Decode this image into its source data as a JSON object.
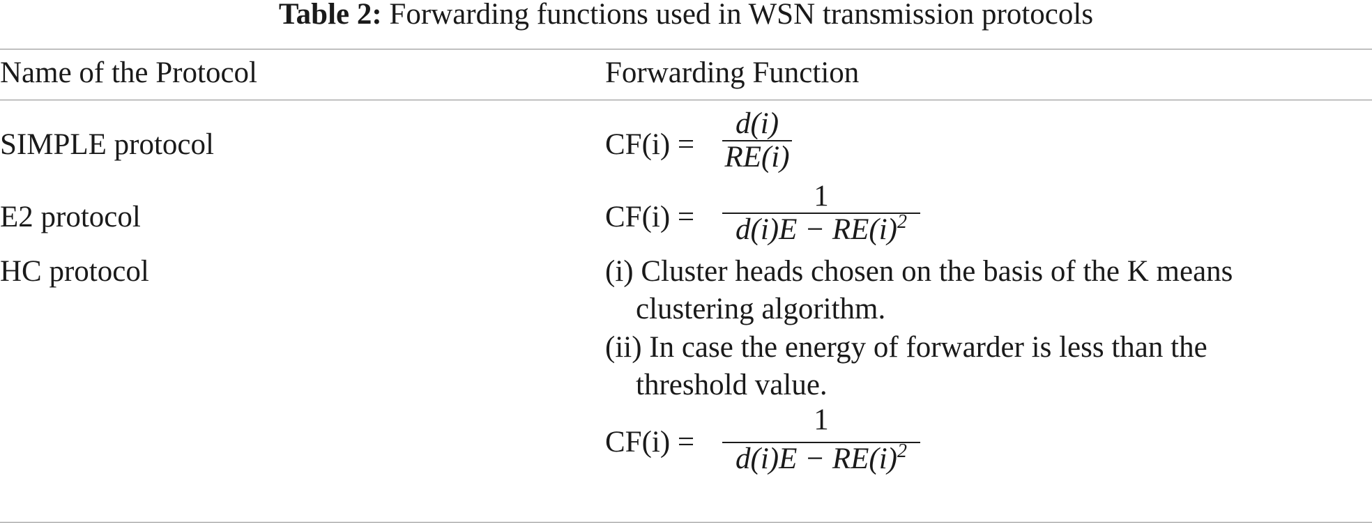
{
  "caption": {
    "label": "Table 2:",
    "text": "Forwarding functions used in WSN transmission protocols"
  },
  "table": {
    "headers": [
      "Name of the Protocol",
      "Forwarding Function"
    ],
    "rows": [
      {
        "protocol": "SIMPLE protocol",
        "formula": {
          "lhs": "CF(i) =",
          "numerator": "d(i)",
          "denominator": "RE(i)"
        }
      },
      {
        "protocol": "E2 protocol",
        "formula": {
          "lhs": "CF(i) =",
          "numerator": "1",
          "denominator": "d(i)E − RE(i)",
          "exponent": "2"
        }
      },
      {
        "protocol": "HC protocol",
        "items": [
          {
            "line1": "(i) Cluster heads chosen on the basis of the K means",
            "line2": "clustering algorithm."
          },
          {
            "line1": "(ii) In case the energy of forwarder is less than the",
            "line2": "threshold value."
          }
        ],
        "formula": {
          "lhs": "CF(i) =",
          "numerator": "1",
          "denominator": "d(i)E − RE(i)",
          "exponent": "2"
        }
      }
    ]
  }
}
